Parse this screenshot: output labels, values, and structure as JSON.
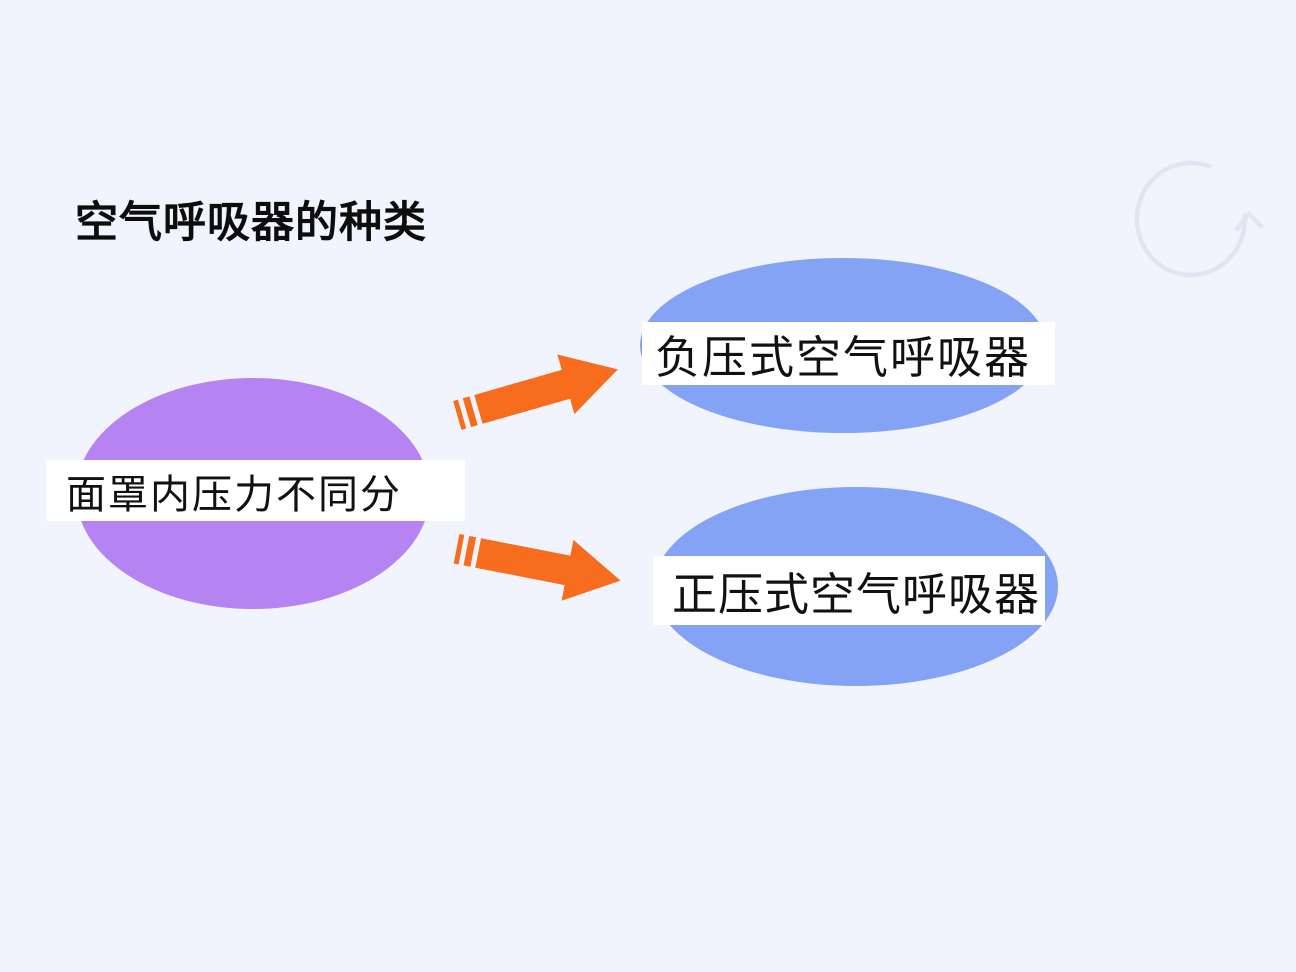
{
  "slide": {
    "title": "空气呼吸器的种类",
    "diagram": {
      "root": {
        "label": "面罩内压力不同分"
      },
      "branches": [
        {
          "label": "负压式空气呼吸器"
        },
        {
          "label": "正压式空气呼吸器"
        }
      ],
      "connector_style": "striped-right-arrow"
    },
    "watermark_icon": "circular-arrow"
  },
  "colors": {
    "background": "#f1f4fc",
    "root_ellipse": "#b583f2",
    "branch_ellipse": "#85a3f4",
    "arrow": "#f76c1d",
    "label_bg": "#ffffff",
    "text": "#111111",
    "title_text": "#0d0d0d",
    "watermark": "#e0e5f4"
  }
}
